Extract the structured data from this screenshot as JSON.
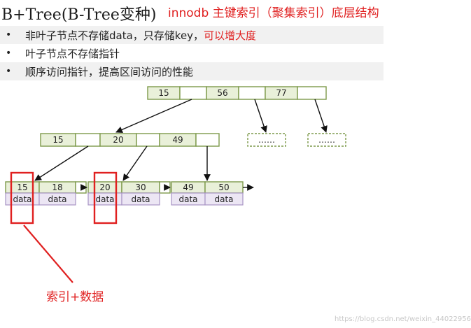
{
  "title": {
    "main": "B+Tree(B-Tree变种)",
    "sub": "innodb 主键索引（聚集索引）底层结构"
  },
  "bullets": [
    {
      "text": "非叶子节点不存储data，只存储key，",
      "highlight": "可以增大度"
    },
    {
      "text": "叶子节点不存储指针",
      "highlight": ""
    },
    {
      "text": "顺序访问指针，提高区间访问的性能",
      "highlight": ""
    }
  ],
  "bullet_marker": "•",
  "tree": {
    "root": {
      "keys": [
        "15",
        "56",
        "77"
      ]
    },
    "internal": {
      "keys": [
        "15",
        "20",
        "49"
      ]
    },
    "collapsed": [
      {
        "label": "……"
      },
      {
        "label": "……"
      }
    ],
    "leaves": [
      {
        "keys": [
          "15",
          "18"
        ],
        "data": [
          "data",
          "data"
        ]
      },
      {
        "keys": [
          "20",
          "30"
        ],
        "data": [
          "data",
          "data"
        ]
      },
      {
        "keys": [
          "49",
          "50"
        ],
        "data": [
          "data",
          "data"
        ]
      }
    ]
  },
  "caption": "索引+数据",
  "watermark": "https://blog.csdn.net/weixin_44022956",
  "colors": {
    "key_fill": "#e9f0d9",
    "node_border": "#7d9a4b",
    "data_fill": "#ece6f4",
    "data_border": "#a894c4",
    "highlight": "#e02020"
  }
}
